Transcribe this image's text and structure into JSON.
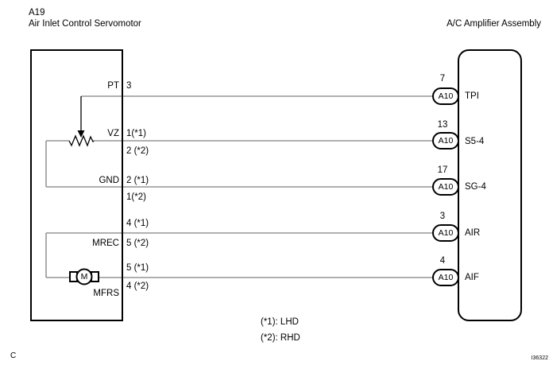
{
  "diagram": {
    "left_component": {
      "id": "A19",
      "name": "Air Inlet Control Servomotor",
      "terminals": [
        {
          "label": "PT",
          "pins": [
            "3"
          ]
        },
        {
          "label": "VZ",
          "pins": [
            "1(*1)",
            "2 (*2)"
          ]
        },
        {
          "label": "GND",
          "pins": [
            "2 (*1)",
            "1(*2)"
          ]
        },
        {
          "label": "MREC",
          "pins": [
            "4 (*1)",
            "5 (*2)"
          ]
        },
        {
          "label": "MFRS",
          "pins": [
            "5 (*1)",
            "4 (*2)"
          ]
        }
      ],
      "motor_symbol_label": "M"
    },
    "right_component": {
      "name": "A/C Amplifier Assembly",
      "connector_code": "A10",
      "pins": [
        {
          "number": "7",
          "label": "TPI"
        },
        {
          "number": "13",
          "label": "S5-4"
        },
        {
          "number": "17",
          "label": "SG-4"
        },
        {
          "number": "3",
          "label": "AIR"
        },
        {
          "number": "4",
          "label": "AIF"
        }
      ]
    },
    "notes": [
      "(*1): LHD",
      "(*2): RHD"
    ],
    "footer_left": "C",
    "figure_code": "I36322",
    "colors": {
      "wire": "#969696",
      "outline": "#000000"
    }
  }
}
